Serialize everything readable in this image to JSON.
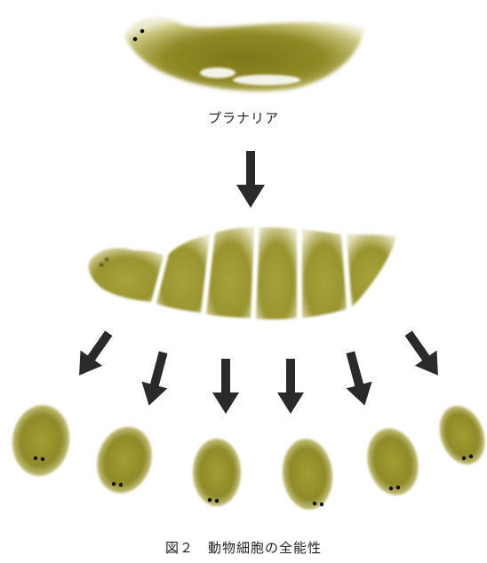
{
  "organism_label": "プラナリア",
  "caption": "図２　動物細胞の全能性",
  "colors": {
    "body_dark": "#8a8420",
    "body_mid": "#a9a23c",
    "body_light": "#e4e0b2",
    "arrow": "#2a2a2a"
  },
  "icons": [
    "down-arrow-icon",
    "eye-dot-icon"
  ],
  "piece_count": 6
}
